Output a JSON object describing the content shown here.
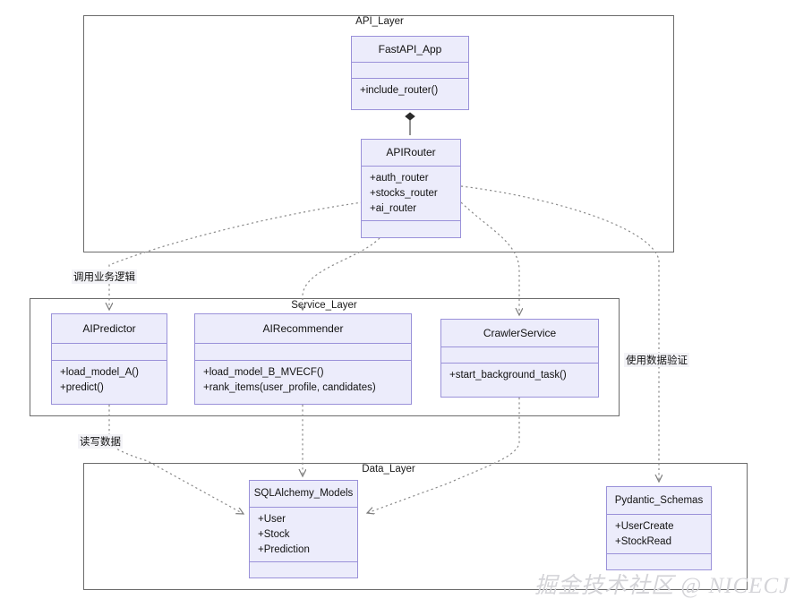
{
  "diagram": {
    "title": "Layered architecture UML class diagram",
    "colors": {
      "class_fill": "#ececfb",
      "class_border": "#9a91d9",
      "package_border": "#6b6b6b",
      "edge": "#8a8a8a",
      "watermark": "#d4d4d8",
      "background": "#ffffff"
    }
  },
  "packages": [
    {
      "name": "API_Layer",
      "label": "API_Layer"
    },
    {
      "name": "Service_Layer",
      "label": "Service_Layer"
    },
    {
      "name": "Data_Layer",
      "label": "Data_Layer"
    }
  ],
  "classes": [
    {
      "id": "fastapi_app",
      "name": "FastAPI_App",
      "attributes": [],
      "methods": [
        "+include_router()"
      ]
    },
    {
      "id": "apirouter",
      "name": "APIRouter",
      "attributes": [
        "+auth_router",
        "+stocks_router",
        "+ai_router"
      ],
      "methods": []
    },
    {
      "id": "aipredictor",
      "name": "AIPredictor",
      "attributes": [],
      "methods": [
        "+load_model_A()",
        "+predict()"
      ]
    },
    {
      "id": "airecommender",
      "name": "AIRecommender",
      "attributes": [],
      "methods": [
        "+load_model_B_MVECF()",
        "+rank_items(user_profile, candidates)"
      ]
    },
    {
      "id": "crawlerservice",
      "name": "CrawlerService",
      "attributes": [],
      "methods": [
        "+start_background_task()"
      ]
    },
    {
      "id": "sqlalchemy_models",
      "name": "SQLAlchemy_Models",
      "attributes": [
        "+User",
        "+Stock",
        "+Prediction"
      ],
      "methods": []
    },
    {
      "id": "pydantic_schemas",
      "name": "Pydantic_Schemas",
      "attributes": [
        "+UserCreate",
        "+StockRead"
      ],
      "methods": []
    }
  ],
  "edge_labels": [
    {
      "id": "call_business_logic",
      "text": "调用业务逻辑"
    },
    {
      "id": "read_write_data",
      "text": "读写数据"
    },
    {
      "id": "use_data_validation",
      "text": "使用数据验证"
    }
  ],
  "watermark": {
    "text": "掘金技术社区 @ NICECJ"
  }
}
